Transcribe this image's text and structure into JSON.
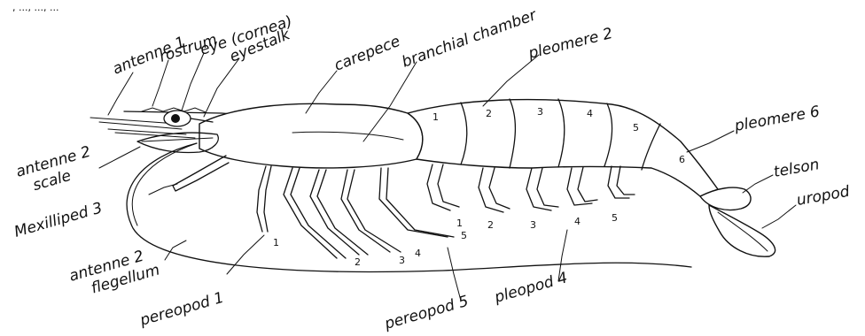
{
  "top_caption": ", ..., ..., ...",
  "labels": {
    "antenne_1": "antenne 1",
    "rostrum": "rostrum",
    "eye_cornea": "eye (cornea)",
    "eyestalk": "eyestalk",
    "carepece": "carepece",
    "branchial_chamber": "branchial chamber",
    "pleomere_2": "pleomere 2",
    "pleomere_6": "pleomere 6",
    "telson": "telson",
    "uropod": "uropod",
    "antenne_2_scale_line1": "antenne 2",
    "antenne_2_scale_line2": "scale",
    "mexilliped_3": "Mexilliped 3",
    "antenne_2_flagellum_line1": "antenne 2",
    "antenne_2_flagellum_line2": "flegellum",
    "pereopod_1": "pereopod 1",
    "pereopod_5": "pereopod 5",
    "pleopod_4": "pleopod 4"
  },
  "segment_numbers": [
    "1",
    "2",
    "3",
    "4",
    "5",
    "6"
  ],
  "pleopod_numbers": [
    "1",
    "2",
    "3",
    "4",
    "5"
  ],
  "pereopod_numbers": [
    "1",
    "2",
    "3",
    "4",
    "5"
  ]
}
